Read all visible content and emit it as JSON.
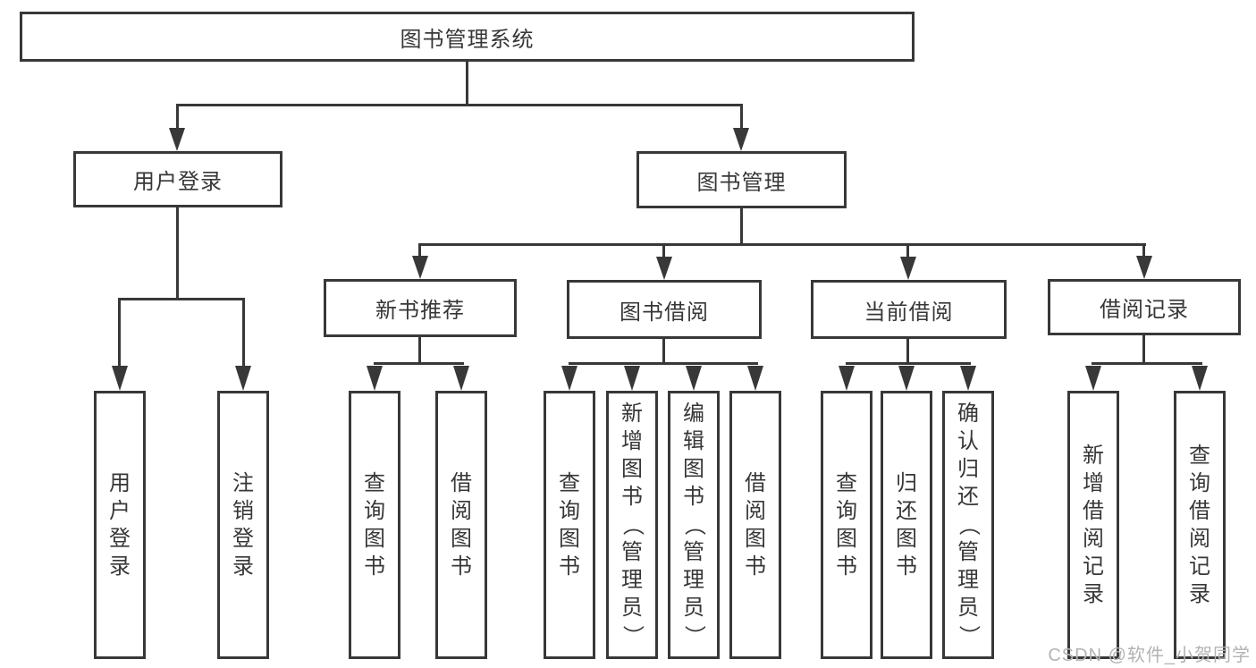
{
  "diagram": {
    "type": "hierarchy-tree",
    "title": "图书管理系统"
  },
  "colors": {
    "line": "#383838",
    "text": "#373737",
    "box_bg": "#ffffff",
    "watermark_color": "#b3b3b3"
  },
  "watermark": {
    "text": "CSDN @软件_小贺同学"
  },
  "nodes": {
    "root": {
      "label": "图书管理系统"
    },
    "user_login": {
      "label": "用户登录"
    },
    "book_management": {
      "label": "图书管理"
    },
    "new_book_recommend": {
      "label": "新书推荐"
    },
    "book_borrowing": {
      "label": "图书借阅"
    },
    "current_borrowing": {
      "label": "当前借阅"
    },
    "borrowing_records": {
      "label": "借阅记录"
    },
    "leaf_user_login": {
      "label": "用户登录"
    },
    "leaf_logout": {
      "label": "注销登录"
    },
    "leaf_query_book_recommend": {
      "label": "查询图书"
    },
    "leaf_borrow_book_recommend": {
      "label": "借阅图书"
    },
    "leaf_query_book_borrowing": {
      "label": "查询图书"
    },
    "leaf_add_book": {
      "label": "新增图书（管理员）"
    },
    "leaf_edit_book": {
      "label": "编辑图书（管理员）"
    },
    "leaf_borrow_book_borrowing": {
      "label": "借阅图书"
    },
    "leaf_query_book_current": {
      "label": "查询图书"
    },
    "leaf_return_book": {
      "label": "归还图书"
    },
    "leaf_confirm_return": {
      "label": "确认归还（管理员）"
    },
    "leaf_add_borrow_record": {
      "label": "新增借阅记录"
    },
    "leaf_query_borrow_record": {
      "label": "查询借阅记录"
    }
  },
  "hierarchy": {
    "图书管理系统": {
      "用户登录": [
        "用户登录",
        "注销登录"
      ],
      "图书管理": {
        "新书推荐": [
          "查询图书",
          "借阅图书"
        ],
        "图书借阅": [
          "查询图书",
          "新增图书（管理员）",
          "编辑图书（管理员）",
          "借阅图书"
        ],
        "当前借阅": [
          "查询图书",
          "归还图书",
          "确认归还（管理员）"
        ],
        "借阅记录": [
          "新增借阅记录",
          "查询借阅记录"
        ]
      }
    }
  }
}
